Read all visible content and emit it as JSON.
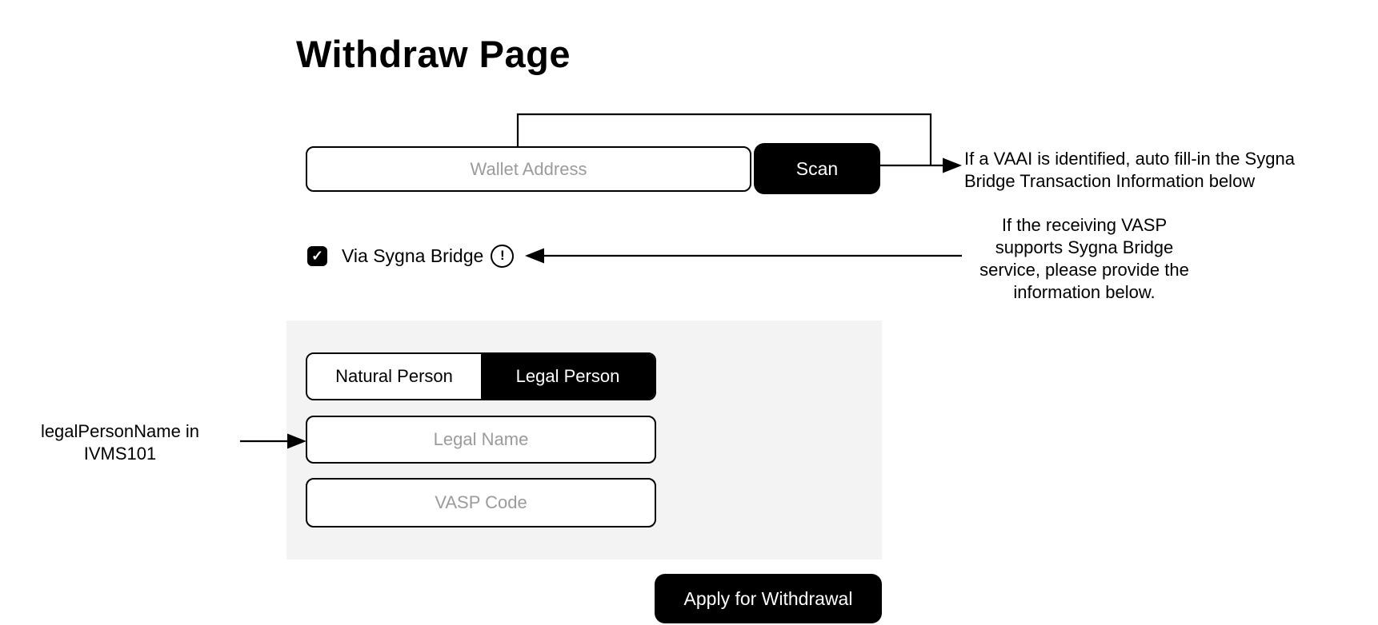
{
  "page": {
    "title": "Withdraw Page"
  },
  "wallet_section": {
    "wallet_input": {
      "placeholder": "Wallet Address"
    },
    "scan_button": {
      "label": "Scan"
    }
  },
  "bridge_section": {
    "checkbox": {
      "checked": true,
      "checkmark": "✓",
      "label": "Via Sygna Bridge"
    },
    "info_icon": {
      "glyph": "!"
    }
  },
  "person_panel": {
    "segmented_control": {
      "options": [
        {
          "label": "Natural Person",
          "selected": false
        },
        {
          "label": "Legal Person",
          "selected": true
        }
      ]
    },
    "legal_name_input": {
      "placeholder": "Legal Name"
    },
    "vasp_code_input": {
      "placeholder": "VASP Code"
    }
  },
  "footer": {
    "apply_button": {
      "label": "Apply for Withdrawal"
    }
  },
  "annotations": {
    "vaai_note": {
      "text": "If a VAAI is identified, auto fill-in the Sygna Bridge Transaction Information below"
    },
    "vasp_support_note": {
      "lines": [
        "If the receiving VASP",
        "supports Sygna Bridge",
        "service, please provide the",
        "information below."
      ]
    },
    "legal_person_note": {
      "lines": [
        "legalPersonName in",
        "IVMS101"
      ]
    }
  },
  "colors": {
    "accent": "#000000",
    "panel_bg": "#f3f3f3",
    "placeholder_text": "#9b9b9b"
  }
}
